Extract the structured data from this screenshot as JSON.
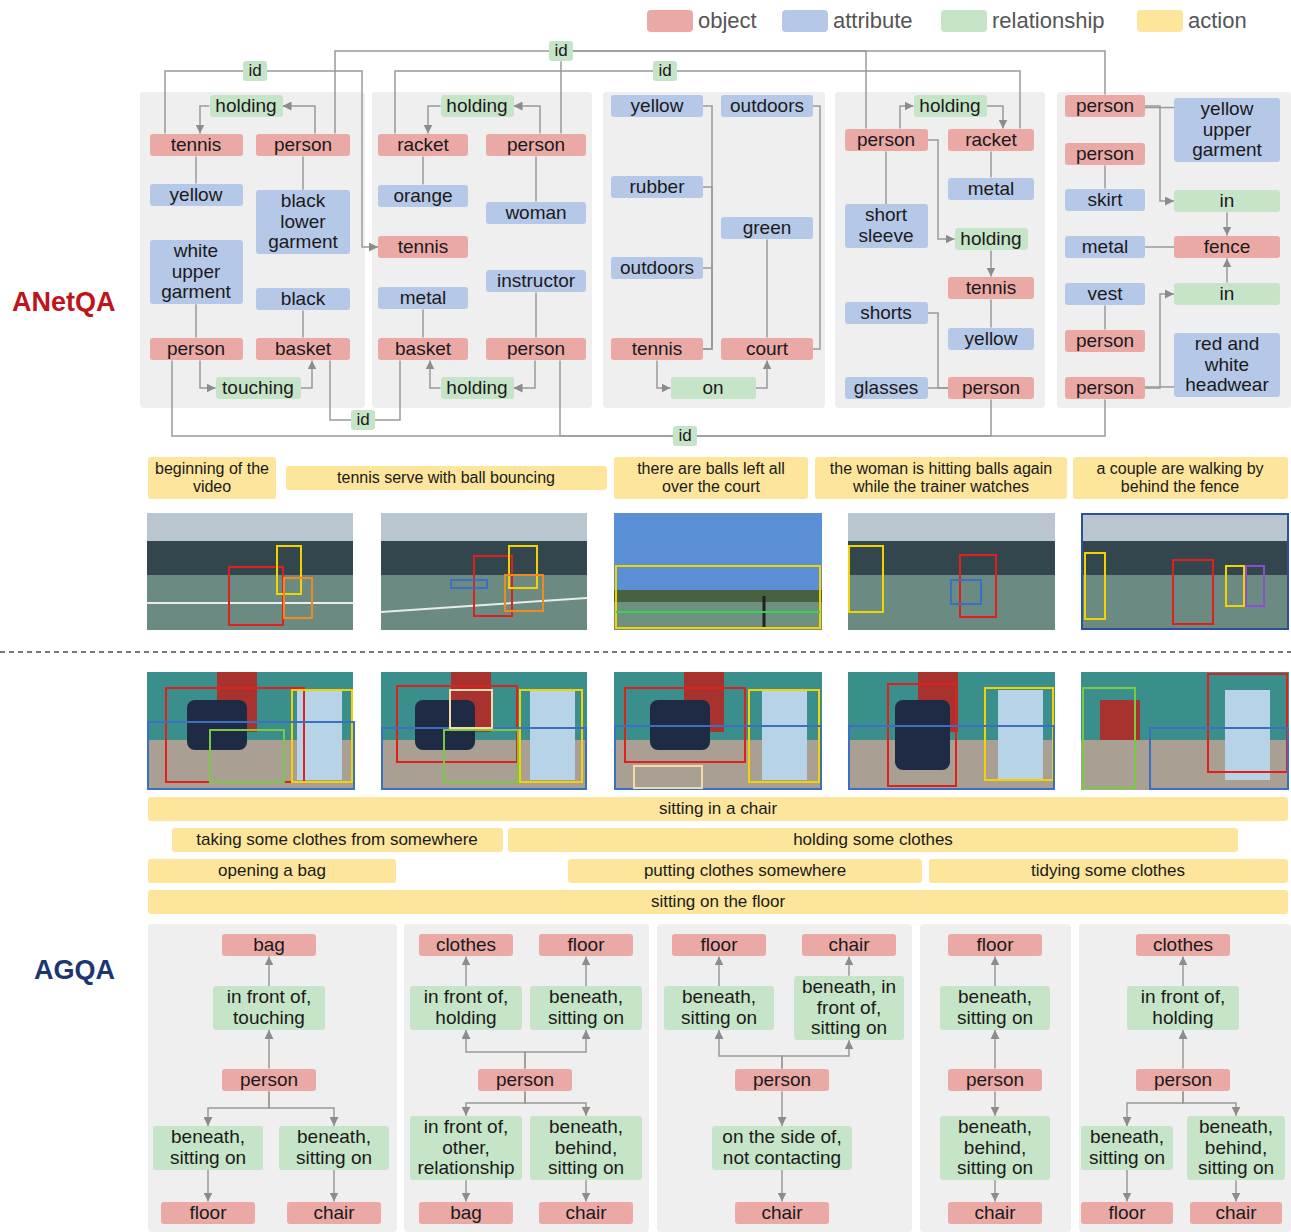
{
  "diagram": {
    "nodes": [
      {
        "text": [
          "id"
        ]
      },
      {
        "text": [
          "id"
        ]
      },
      {
        "text": [
          "id"
        ]
      },
      {
        "text": [
          "holding"
        ]
      },
      {
        "text": [
          "tennis"
        ]
      },
      {
        "text": [
          "person"
        ]
      },
      {
        "text": [
          "yellow"
        ]
      },
      {
        "text": [
          "black lower garment"
        ]
      },
      {
        "text": [
          "white upper garment"
        ]
      },
      {
        "text": [
          "black"
        ]
      },
      {
        "text": [
          "person"
        ]
      },
      {
        "text": [
          "basket"
        ]
      },
      {
        "text": [
          "touching"
        ]
      },
      {
        "text": [
          "holding"
        ]
      },
      {
        "text": [
          "racket"
        ]
      },
      {
        "text": [
          "person"
        ]
      },
      {
        "text": [
          "orange"
        ]
      },
      {
        "text": [
          "woman"
        ]
      },
      {
        "text": [
          "tennis"
        ]
      },
      {
        "text": [
          "instructor"
        ]
      },
      {
        "text": [
          "metal"
        ]
      },
      {
        "text": [
          "basket"
        ]
      },
      {
        "text": [
          "person"
        ]
      },
      {
        "text": [
          "holding"
        ]
      },
      {
        "text": [
          "yellow"
        ]
      },
      {
        "text": [
          "outdoors"
        ]
      },
      {
        "text": [
          "rubber"
        ]
      },
      {
        "text": [
          "green"
        ]
      },
      {
        "text": [
          "outdoors"
        ]
      },
      {
        "text": [
          "tennis"
        ]
      },
      {
        "text": [
          "court"
        ]
      },
      {
        "text": [
          "on"
        ]
      },
      {
        "text": [
          "holding"
        ]
      },
      {
        "text": [
          "person"
        ]
      },
      {
        "text": [
          "racket"
        ]
      },
      {
        "text": [
          "metal"
        ]
      },
      {
        "text": [
          "short sleeve"
        ]
      },
      {
        "text": [
          "holding"
        ]
      },
      {
        "text": [
          "tennis"
        ]
      },
      {
        "text": [
          "shorts"
        ]
      },
      {
        "text": [
          "yellow"
        ]
      },
      {
        "text": [
          "glasses"
        ]
      },
      {
        "text": [
          "person"
        ]
      },
      {
        "text": [
          "person"
        ]
      },
      {
        "text": [
          "yellow upper garment"
        ]
      },
      {
        "text": [
          "person"
        ]
      },
      {
        "text": [
          "skirt"
        ]
      },
      {
        "text": [
          "in"
        ]
      },
      {
        "text": [
          "metal"
        ]
      },
      {
        "text": [
          "fence"
        ]
      },
      {
        "text": [
          "vest"
        ]
      },
      {
        "text": [
          "in"
        ]
      },
      {
        "text": [
          "person"
        ]
      },
      {
        "text": [
          "red and white headwear"
        ]
      },
      {
        "text": [
          "person"
        ]
      },
      {
        "text": [
          "id"
        ]
      },
      {
        "text": [
          "id"
        ]
      },
      {
        "text": [
          "beginning of the video"
        ]
      },
      {
        "text": [
          "tennis serve with ball bouncing"
        ]
      },
      {
        "text": [
          "there are balls left all over the court"
        ]
      },
      {
        "text": [
          "the woman is hitting balls again while the trainer watches"
        ]
      },
      {
        "text": [
          "a couple are walking by behind the fence"
        ]
      },
      {
        "text": [
          "sitting in a chair"
        ]
      },
      {
        "text": [
          "taking some clothes from somewhere"
        ]
      },
      {
        "text": [
          "holding some clothes"
        ]
      },
      {
        "text": [
          "opening a bag"
        ]
      },
      {
        "text": [
          "putting clothes somewhere"
        ]
      },
      {
        "text": [
          "tidying some clothes"
        ]
      },
      {
        "text": [
          "sitting on the floor"
        ]
      },
      {
        "text": [
          "bag"
        ]
      },
      {
        "text": [
          "in front of, touching"
        ]
      },
      {
        "text": [
          "person"
        ]
      },
      {
        "text": [
          "beneath, sitting on"
        ]
      },
      {
        "text": [
          "beneath, sitting on"
        ]
      },
      {
        "text": [
          "floor"
        ]
      },
      {
        "text": [
          "chair"
        ]
      },
      {
        "text": [
          "clothes"
        ]
      },
      {
        "text": [
          "floor"
        ]
      },
      {
        "text": [
          "in front of, holding"
        ]
      },
      {
        "text": [
          "beneath, sitting on"
        ]
      },
      {
        "text": [
          "person"
        ]
      },
      {
        "text": [
          "in front of, other, relationship"
        ]
      },
      {
        "text": [
          "beneath, behind, sitting on"
        ]
      },
      {
        "text": [
          "bag"
        ]
      },
      {
        "text": [
          "chair"
        ]
      },
      {
        "text": [
          "floor"
        ]
      },
      {
        "text": [
          "chair"
        ]
      },
      {
        "text": [
          "beneath, sitting on"
        ]
      },
      {
        "text": [
          "beneath, in front of, sitting on"
        ]
      },
      {
        "text": [
          "person"
        ]
      },
      {
        "text": [
          "on the side of, not contacting"
        ]
      },
      {
        "text": [
          "chair"
        ]
      },
      {
        "text": [
          "floor"
        ]
      },
      {
        "text": [
          "beneath, sitting on"
        ]
      },
      {
        "text": [
          "person"
        ]
      },
      {
        "text": [
          "beneath, behind, sitting on"
        ]
      },
      {
        "text": [
          "chair"
        ]
      },
      {
        "text": [
          "clothes"
        ]
      },
      {
        "text": [
          "in front of, holding"
        ]
      },
      {
        "text": [
          "person"
        ]
      },
      {
        "text": [
          "beneath, sitting on"
        ]
      },
      {
        "text": [
          "beneath, behind, sitting on"
        ]
      },
      {
        "text": [
          "floor"
        ]
      },
      {
        "text": [
          "chair"
        ]
      }
    ],
    "edges": [
      {
        "from": 0,
        "to": 5,
        "arrow": "none"
      },
      {
        "from": 0,
        "to": 15,
        "arrow": "none"
      },
      {
        "from": 0,
        "to": 33,
        "arrow": "none"
      },
      {
        "from": 0,
        "to": 43,
        "arrow": "none"
      },
      {
        "from": 1,
        "to": 4,
        "arrow": "none"
      },
      {
        "from": 1,
        "to": 18,
        "arrow": "to"
      },
      {
        "from": 2,
        "to": 14,
        "arrow": "none"
      },
      {
        "from": 2,
        "to": 34,
        "arrow": "none"
      },
      {
        "from": 5,
        "to": 3,
        "arrow": "to"
      },
      {
        "from": 3,
        "to": 4,
        "arrow": "to"
      },
      {
        "from": 4,
        "to": 6,
        "arrow": "none"
      },
      {
        "from": 5,
        "to": 7,
        "arrow": "none"
      },
      {
        "from": 8,
        "to": 10,
        "arrow": "none"
      },
      {
        "from": 9,
        "to": 11,
        "arrow": "none"
      },
      {
        "from": 10,
        "to": 12,
        "arrow": "to"
      },
      {
        "from": 12,
        "to": 11,
        "arrow": "to"
      },
      {
        "from": 15,
        "to": 13,
        "arrow": "to"
      },
      {
        "from": 13,
        "to": 14,
        "arrow": "to"
      },
      {
        "from": 14,
        "to": 16,
        "arrow": "none"
      },
      {
        "from": 15,
        "to": 17,
        "arrow": "none"
      },
      {
        "from": 19,
        "to": 22,
        "arrow": "none"
      },
      {
        "from": 20,
        "to": 21,
        "arrow": "none"
      },
      {
        "from": 22,
        "to": 23,
        "arrow": "to"
      },
      {
        "from": 23,
        "to": 21,
        "arrow": "to"
      },
      {
        "from": 24,
        "to": 29,
        "arrow": "none"
      },
      {
        "from": 26,
        "to": 29,
        "arrow": "none"
      },
      {
        "from": 28,
        "to": 29,
        "arrow": "none"
      },
      {
        "from": 25,
        "to": 30,
        "arrow": "none"
      },
      {
        "from": 27,
        "to": 30,
        "arrow": "none"
      },
      {
        "from": 29,
        "to": 31,
        "arrow": "to"
      },
      {
        "from": 31,
        "to": 30,
        "arrow": "to"
      },
      {
        "from": 33,
        "to": 32,
        "arrow": "to"
      },
      {
        "from": 32,
        "to": 34,
        "arrow": "to"
      },
      {
        "from": 34,
        "to": 35,
        "arrow": "none"
      },
      {
        "from": 33,
        "to": 36,
        "arrow": "none"
      },
      {
        "from": 33,
        "to": 37,
        "arrow": "to"
      },
      {
        "from": 37,
        "to": 38,
        "arrow": "to"
      },
      {
        "from": 38,
        "to": 40,
        "arrow": "none"
      },
      {
        "from": 39,
        "to": 42,
        "arrow": "none"
      },
      {
        "from": 41,
        "to": 42,
        "arrow": "none"
      },
      {
        "from": 43,
        "to": 44,
        "arrow": "none"
      },
      {
        "from": 43,
        "to": 47,
        "arrow": "to"
      },
      {
        "from": 47,
        "to": 49,
        "arrow": "to"
      },
      {
        "from": 48,
        "to": 49,
        "arrow": "none"
      },
      {
        "from": 45,
        "to": 46,
        "arrow": "none"
      },
      {
        "from": 50,
        "to": 52,
        "arrow": "none"
      },
      {
        "from": 54,
        "to": 51,
        "arrow": "to"
      },
      {
        "from": 51,
        "to": 49,
        "arrow": "to"
      },
      {
        "from": 54,
        "to": 53,
        "arrow": "none"
      },
      {
        "from": 55,
        "to": 11,
        "arrow": "none"
      },
      {
        "from": 55,
        "to": 21,
        "arrow": "none"
      },
      {
        "from": 56,
        "to": 10,
        "arrow": "none"
      },
      {
        "from": 56,
        "to": 22,
        "arrow": "none"
      },
      {
        "from": 56,
        "to": 42,
        "arrow": "none"
      },
      {
        "from": 56,
        "to": 54,
        "arrow": "none"
      },
      {
        "from": 71,
        "to": 70,
        "arrow": "to"
      },
      {
        "from": 70,
        "to": 69,
        "arrow": "to"
      },
      {
        "from": 71,
        "to": 72,
        "arrow": "to"
      },
      {
        "from": 71,
        "to": 73,
        "arrow": "to"
      },
      {
        "from": 72,
        "to": 74,
        "arrow": "to"
      },
      {
        "from": 73,
        "to": 75,
        "arrow": "to"
      },
      {
        "from": 80,
        "to": 78,
        "arrow": "to"
      },
      {
        "from": 78,
        "to": 76,
        "arrow": "to"
      },
      {
        "from": 80,
        "to": 79,
        "arrow": "to"
      },
      {
        "from": 79,
        "to": 77,
        "arrow": "to"
      },
      {
        "from": 80,
        "to": 81,
        "arrow": "to"
      },
      {
        "from": 81,
        "to": 83,
        "arrow": "to"
      },
      {
        "from": 80,
        "to": 82,
        "arrow": "to"
      },
      {
        "from": 82,
        "to": 84,
        "arrow": "to"
      },
      {
        "from": 89,
        "to": 87,
        "arrow": "to"
      },
      {
        "from": 87,
        "to": 85,
        "arrow": "to"
      },
      {
        "from": 89,
        "to": 88,
        "arrow": "to"
      },
      {
        "from": 88,
        "to": 86,
        "arrow": "to"
      },
      {
        "from": 89,
        "to": 90,
        "arrow": "to"
      },
      {
        "from": 90,
        "to": 91,
        "arrow": "to"
      },
      {
        "from": 94,
        "to": 93,
        "arrow": "to"
      },
      {
        "from": 93,
        "to": 92,
        "arrow": "to"
      },
      {
        "from": 94,
        "to": 95,
        "arrow": "to"
      },
      {
        "from": 95,
        "to": 96,
        "arrow": "to"
      },
      {
        "from": 99,
        "to": 98,
        "arrow": "to"
      },
      {
        "from": 98,
        "to": 97,
        "arrow": "to"
      },
      {
        "from": 99,
        "to": 100,
        "arrow": "to"
      },
      {
        "from": 100,
        "to": 102,
        "arrow": "to"
      },
      {
        "from": 99,
        "to": 101,
        "arrow": "to"
      },
      {
        "from": 101,
        "to": 103,
        "arrow": "to"
      }
    ],
    "labels": [
      "ANetQA",
      "AGQA"
    ],
    "legend": [
      {
        "text": "object",
        "color": "#eaa9a5"
      },
      {
        "text": "attribute",
        "color": "#b5c8e8"
      },
      {
        "text": "relationship",
        "color": "#c6e4c7"
      },
      {
        "text": "action",
        "color": "#fde59c"
      }
    ]
  }
}
